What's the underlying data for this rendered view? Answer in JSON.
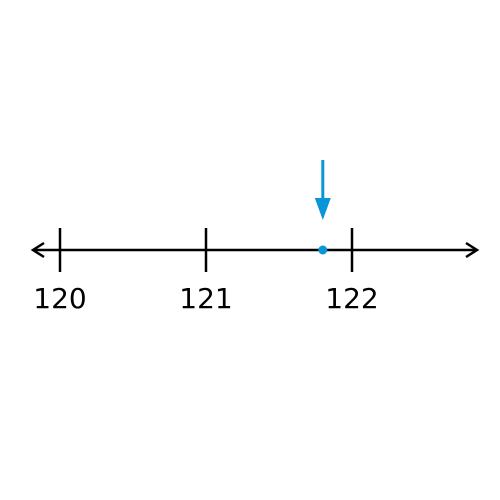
{
  "number_line": {
    "min_label_value": 120,
    "max_label_value": 122,
    "ticks": [
      {
        "value": 120,
        "label": "120"
      },
      {
        "value": 121,
        "label": "121"
      },
      {
        "value": 122,
        "label": "122"
      }
    ],
    "marked_point": {
      "value": 121.8
    },
    "arrow_ends": "both"
  },
  "colors": {
    "line": "#000000",
    "marker": "#0a96d6"
  },
  "icons": {
    "pointer": "down-arrow-icon",
    "point": "dot-icon"
  }
}
